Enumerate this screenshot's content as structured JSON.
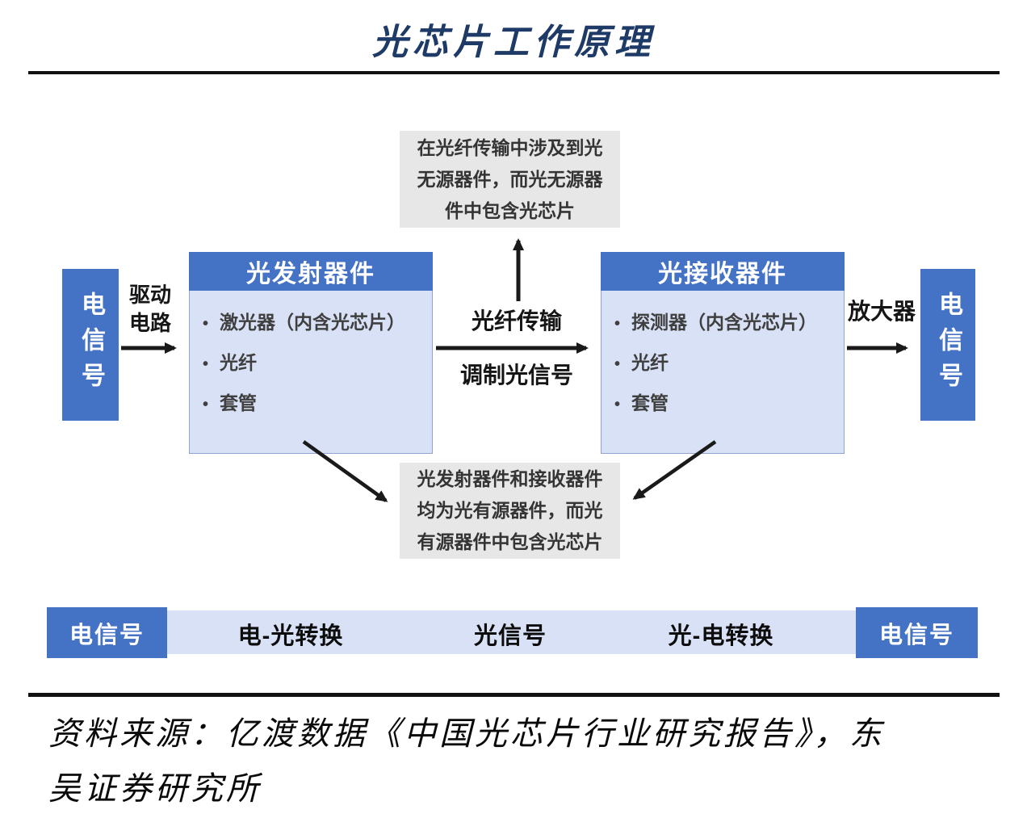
{
  "title": "光芯片工作原理",
  "icons": {
    "bullet": "•"
  },
  "colors": {
    "accent_blue": "#4472c4",
    "panel_light_blue": "#d8e1f5",
    "note_gray": "#e7e7e7",
    "title_navy": "#1e3a66",
    "arrow_black": "#1a1a1a"
  },
  "diagram": {
    "input_signal": "电信号",
    "output_signal": "电信号",
    "drive_label_line1": "驱动",
    "drive_label_line2": "电路",
    "fiber_label_top": "光纤传输",
    "fiber_label_bottom": "调制光信号",
    "amplifier_label": "放大器",
    "transmitter": {
      "title": "光发射器件",
      "items": [
        "激光器（内含光芯片）",
        "光纤",
        "套管"
      ]
    },
    "receiver": {
      "title": "光接收器件",
      "items": [
        "探测器（内含光芯片）",
        "光纤",
        "套管"
      ]
    },
    "passive_note_lines": [
      "在光纤传输中涉及到光",
      "无源器件，而光无源器",
      "件中包含光芯片"
    ],
    "active_note_lines": [
      "光发射器件和接收器件",
      "均为光有源器件，而光",
      "有源器件中包含光芯片"
    ]
  },
  "flow_bar": {
    "left_cap": "电信号",
    "stages": [
      "电-光转换",
      "光信号",
      "光-电转换"
    ],
    "right_cap": "电信号"
  },
  "source": {
    "line1": "资料来源：亿渡数据《中国光芯片行业研究报告》，东",
    "line2": "吴证券研究所"
  }
}
